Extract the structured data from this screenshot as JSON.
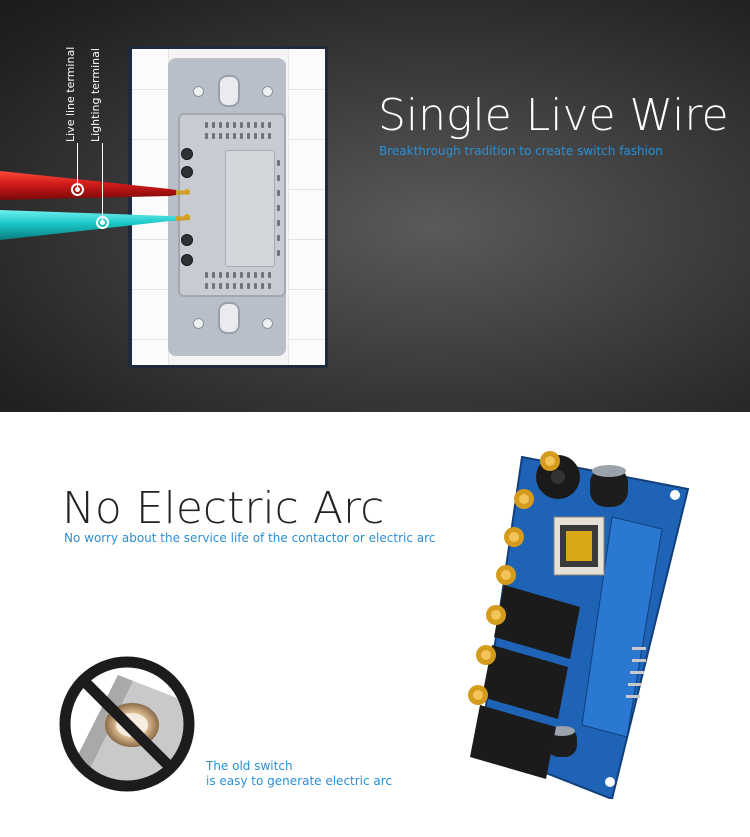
{
  "top_section": {
    "title": "Single Live Wire",
    "subtitle": "Breakthrough tradition to create switch fashion",
    "labels": {
      "live_line": "Live line terminal",
      "lighting": "Lighting terminal"
    }
  },
  "bottom_section": {
    "title": "No Electric Arc",
    "subtitle": "No worry about the service life of the contactor or electric arc",
    "old_switch_line1": "The old switch",
    "old_switch_line2": "is easy to generate electric arc"
  },
  "colors": {
    "accent_blue": "#2b8fd4",
    "wire_red": "#d11a1a",
    "wire_teal": "#19c7c7",
    "pcb_blue": "#1e63b6"
  },
  "icons": [
    "no-sign-icon"
  ]
}
